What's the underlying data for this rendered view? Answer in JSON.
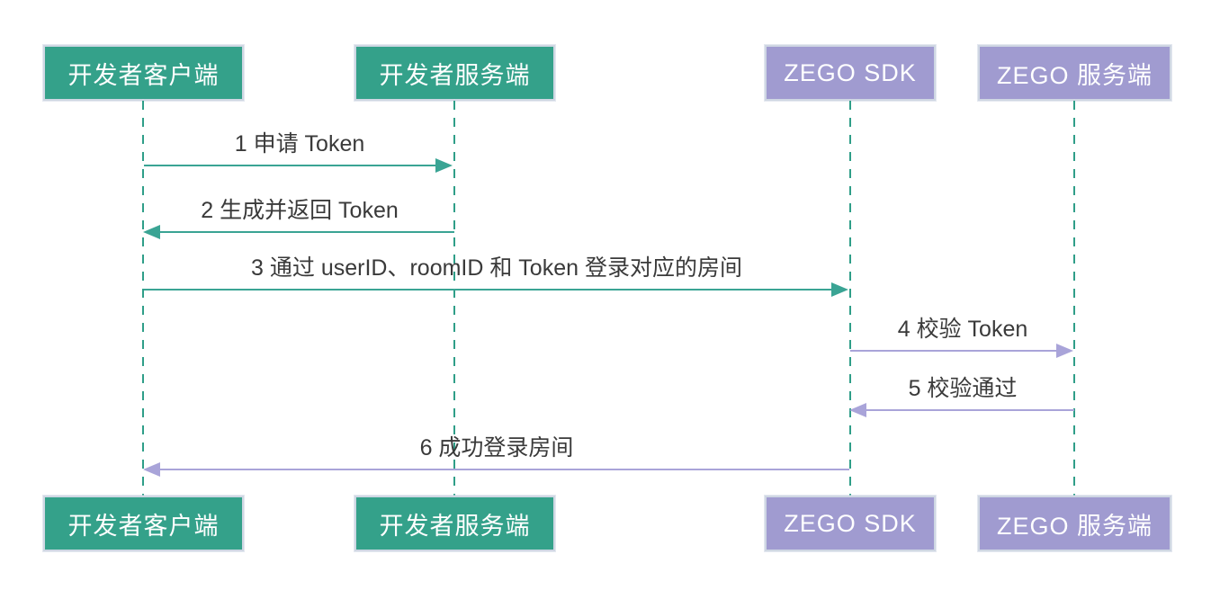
{
  "diagram": {
    "type": "sequence-diagram",
    "participants": [
      {
        "id": "dev-client",
        "label": "开发者客户端",
        "role": "green"
      },
      {
        "id": "dev-server",
        "label": "开发者服务端",
        "role": "green"
      },
      {
        "id": "zego-sdk",
        "label": "ZEGO SDK",
        "role": "purple"
      },
      {
        "id": "zego-server",
        "label": "ZEGO 服务端",
        "role": "purple"
      }
    ],
    "messages": [
      {
        "seq": "1",
        "label": "1 申请 Token",
        "from": "dev-client",
        "to": "dev-server",
        "direction": "right",
        "color": "green"
      },
      {
        "seq": "2",
        "label": "2 生成并返回 Token",
        "from": "dev-server",
        "to": "dev-client",
        "direction": "left",
        "color": "green"
      },
      {
        "seq": "3",
        "label": "3 通过 userID、roomID 和 Token 登录对应的房间",
        "from": "dev-client",
        "to": "zego-sdk",
        "direction": "right",
        "color": "green"
      },
      {
        "seq": "4",
        "label": "4 校验 Token",
        "from": "zego-sdk",
        "to": "zego-server",
        "direction": "right",
        "color": "purple"
      },
      {
        "seq": "5",
        "label": "5 校验通过",
        "from": "zego-server",
        "to": "zego-sdk",
        "direction": "left",
        "color": "purple"
      },
      {
        "seq": "6",
        "label": "6 成功登录房间",
        "from": "zego-sdk",
        "to": "dev-client",
        "direction": "left",
        "color": "purple"
      }
    ],
    "colors": {
      "box_green": "#34A18A",
      "box_purple": "#A09BD0",
      "arrow_green": "#3AA494",
      "arrow_purple": "#A9A4D9",
      "lifeline_green": "#2F9E88",
      "box_border": "#CFD7E3",
      "box_text": "#FFFFFF",
      "label_text": "#3A3A3A",
      "background": "#FFFFFF"
    }
  }
}
